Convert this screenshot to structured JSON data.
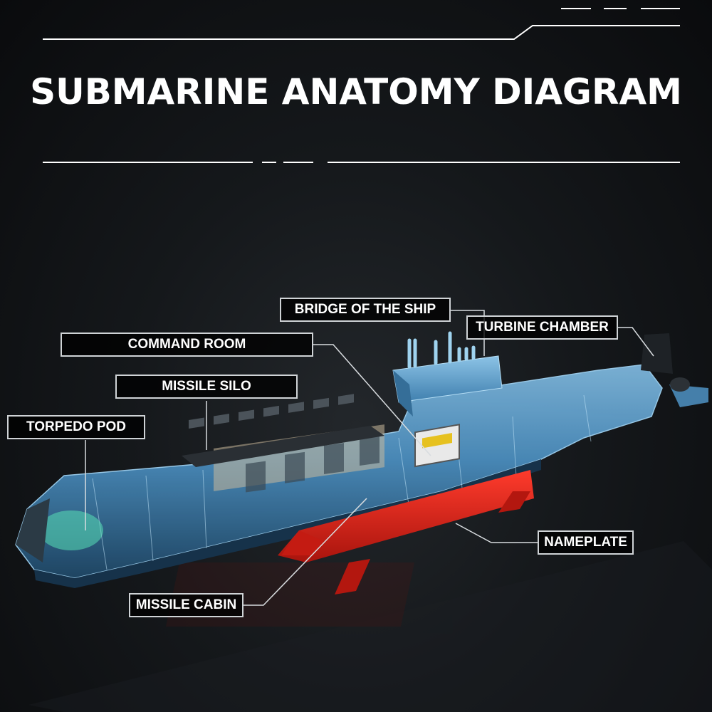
{
  "title": "SUBMARINE ANATOMY DIAGRAM",
  "colors": {
    "background": "#121416",
    "hull": "#4f93c4",
    "stand": "#e5261b",
    "text": "#ffffff",
    "label_border": "#cfd3d6"
  },
  "labels": {
    "bridge": "BRIDGE OF THE SHIP",
    "turbine": "TURBINE CHAMBER",
    "command": "COMMAND ROOM",
    "silo": "MISSILE SILO",
    "torpedo": "TORPEDO POD",
    "nameplate": "NAMEPLATE",
    "cabin": "MISSILE CABIN"
  }
}
